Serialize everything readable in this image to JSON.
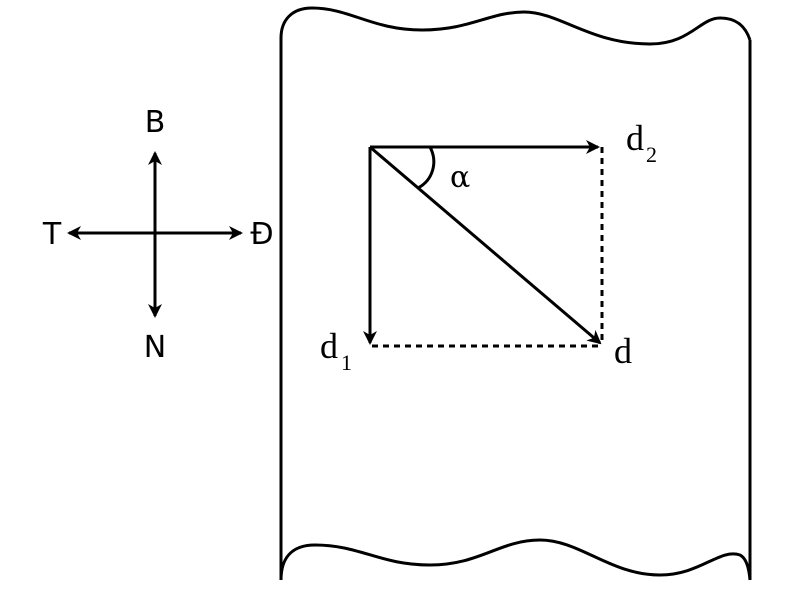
{
  "compass": {
    "north": "B",
    "south": "N",
    "west": "T",
    "east": "Đ"
  },
  "vectors": {
    "d1_base": "d",
    "d1_sub": "1",
    "d2_base": "d",
    "d2_sub": "2",
    "d": "d"
  },
  "angle": {
    "symbol": "α"
  },
  "colors": {
    "ink": "#000000",
    "background": "#ffffff"
  }
}
